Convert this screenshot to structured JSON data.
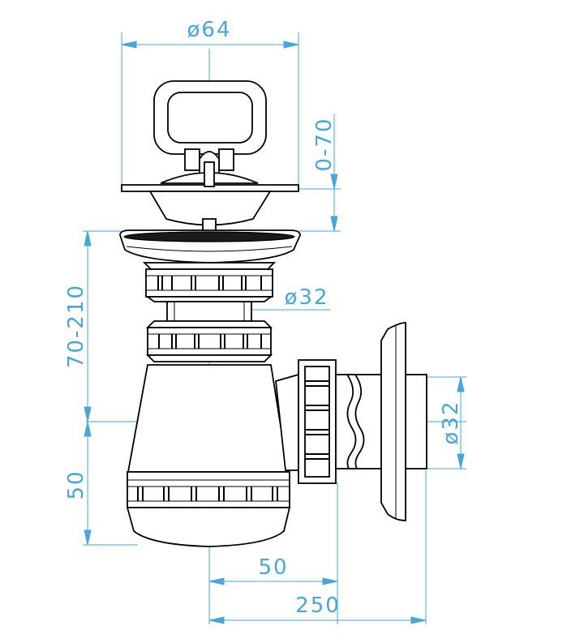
{
  "colors": {
    "dimension": "#4aa6d6",
    "outline": "#000000",
    "background": "#ffffff"
  },
  "dimensions": {
    "top_diameter": "ø64",
    "stopper_range": "0-70",
    "height_range": "70-210",
    "pipe_diameter_mid": "ø32",
    "outlet_diameter": "ø32",
    "bottom_height": "50",
    "outlet_offset": "50",
    "total_width": "250"
  }
}
